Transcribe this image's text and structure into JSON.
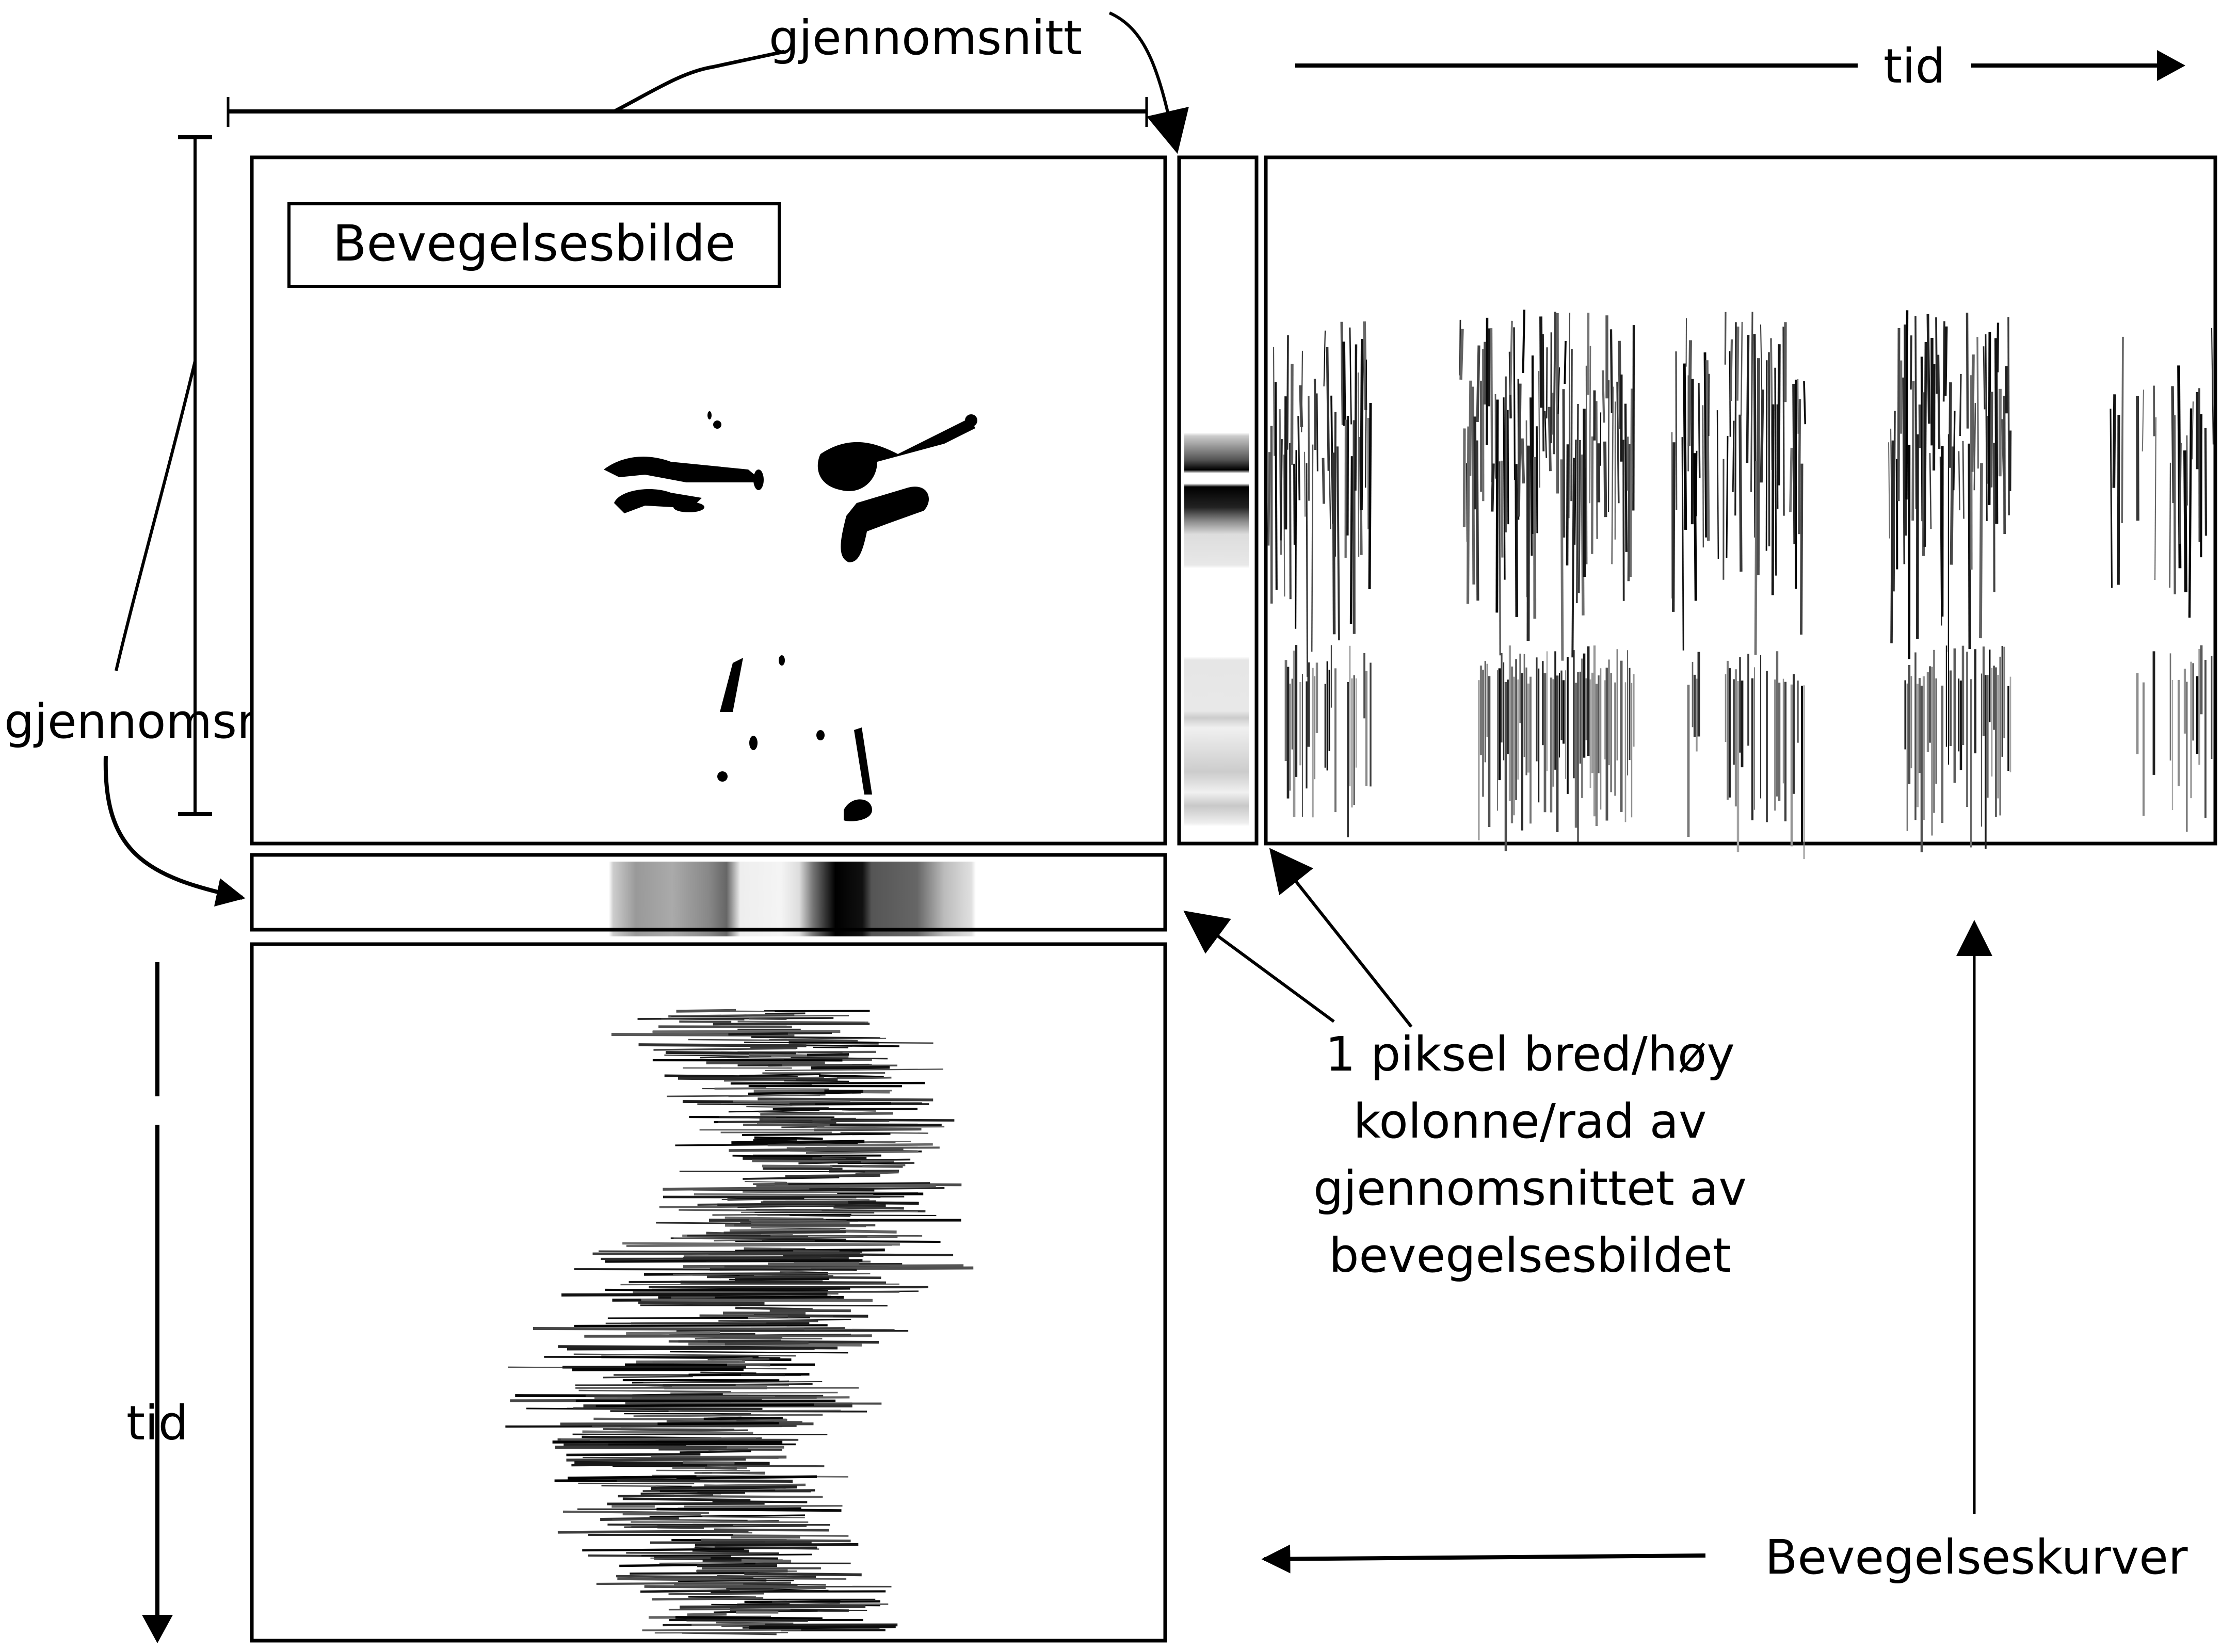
{
  "labels": {
    "top_average": "gjennomsnitt",
    "left_average": "gjennomsnitt",
    "time_top": "tid",
    "time_left": "tid",
    "motion_image_title": "Bevegelsesbilde",
    "pixel_note_lines": [
      "1 piksel bred/høy",
      "kolonne/rad av",
      "gjennomsnittet av",
      "bevegelsesbildet"
    ],
    "motion_curves": "Bevegelseskurver"
  },
  "panels": {
    "motion_image": "Bevegelsesbilde",
    "horizontal_average_strip": "1 pixel high row average",
    "vertical_average_strip": "1 pixel wide column average",
    "horizontal_motiongram": "time along x",
    "vertical_motiongram": "time along y"
  },
  "colors": {
    "ink": "#000000",
    "background": "#ffffff"
  }
}
